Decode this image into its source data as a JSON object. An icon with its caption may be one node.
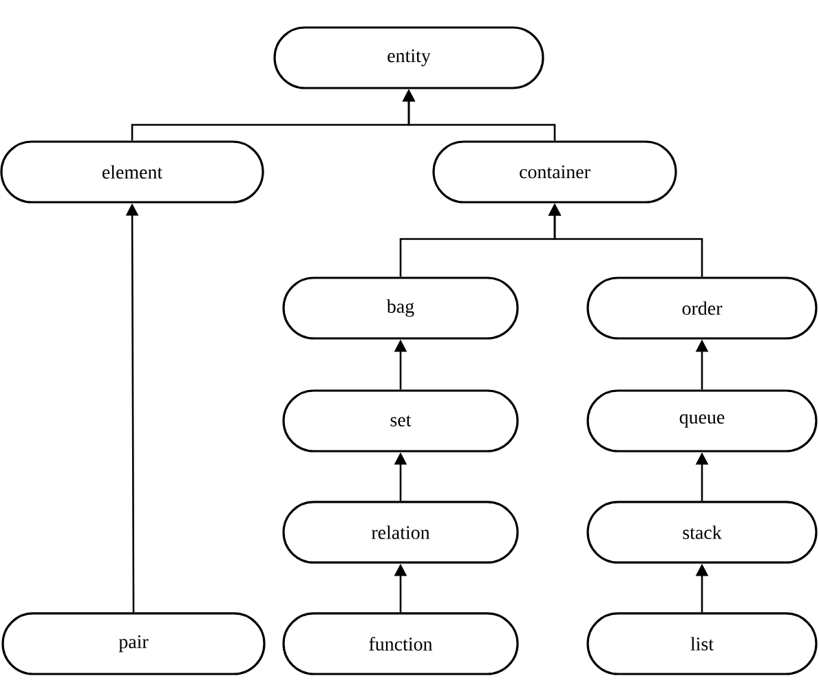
{
  "diagram": {
    "nodes": [
      {
        "text": [
          "entity"
        ]
      },
      {
        "text": [
          "element"
        ]
      },
      {
        "text": [
          "container"
        ]
      },
      {
        "text": [
          "bag"
        ]
      },
      {
        "text": [
          "order"
        ]
      },
      {
        "text": [
          "set"
        ]
      },
      {
        "text": [
          "queue"
        ]
      },
      {
        "text": [
          "relation"
        ]
      },
      {
        "text": [
          "stack"
        ]
      },
      {
        "text": [
          "pair"
        ]
      },
      {
        "text": [
          "function"
        ]
      },
      {
        "text": [
          "list"
        ]
      }
    ],
    "edges": [
      {
        "from": 1,
        "to": 0,
        "arrow": "to"
      },
      {
        "from": 2,
        "to": 0,
        "arrow": "to"
      },
      {
        "from": 3,
        "to": 2,
        "arrow": "to"
      },
      {
        "from": 4,
        "to": 2,
        "arrow": "to"
      },
      {
        "from": 5,
        "to": 3,
        "arrow": "to"
      },
      {
        "from": 6,
        "to": 4,
        "arrow": "to"
      },
      {
        "from": 7,
        "to": 5,
        "arrow": "to"
      },
      {
        "from": 8,
        "to": 6,
        "arrow": "to"
      },
      {
        "from": 10,
        "to": 7,
        "arrow": "to"
      },
      {
        "from": 11,
        "to": 8,
        "arrow": "to"
      },
      {
        "from": 9,
        "to": 1,
        "arrow": "to"
      }
    ]
  }
}
